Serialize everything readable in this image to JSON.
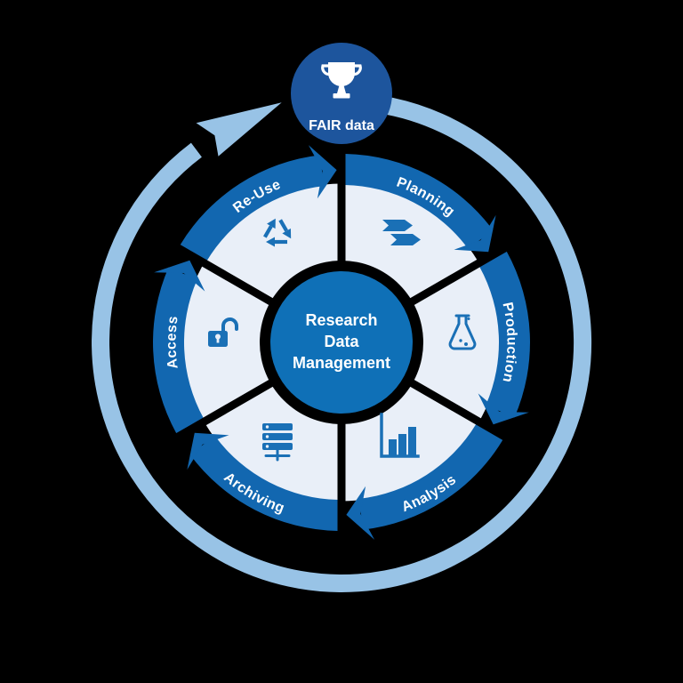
{
  "diagram": {
    "name": "research-data-management-lifecycle",
    "center": {
      "title_lines": [
        "Research",
        "Data",
        "Management"
      ]
    },
    "fair": {
      "label": "FAIR data",
      "icon": "trophy-icon"
    },
    "segments": [
      {
        "label": "Planning",
        "icon": "process-arrows-icon",
        "flip": false
      },
      {
        "label": "Production",
        "icon": "flask-icon",
        "flip": false
      },
      {
        "label": "Analysis",
        "icon": "bar-chart-icon",
        "flip": true
      },
      {
        "label": "Archiving",
        "icon": "server-stack-icon",
        "flip": true
      },
      {
        "label": "Access",
        "icon": "open-lock-icon",
        "flip": false
      },
      {
        "label": "Re-Use",
        "icon": "recycle-icon",
        "flip": false
      }
    ],
    "colors": {
      "background": "#000000",
      "ring_arc": "#1267b0",
      "center_circle": "#0f70b7",
      "fair_circle": "#1d559d",
      "segment_fill": "#e9eff8",
      "outer_cycle": "#98c3e6",
      "icon_blue": "#1a70b6",
      "divider": "#000000",
      "text": "#ffffff"
    }
  }
}
